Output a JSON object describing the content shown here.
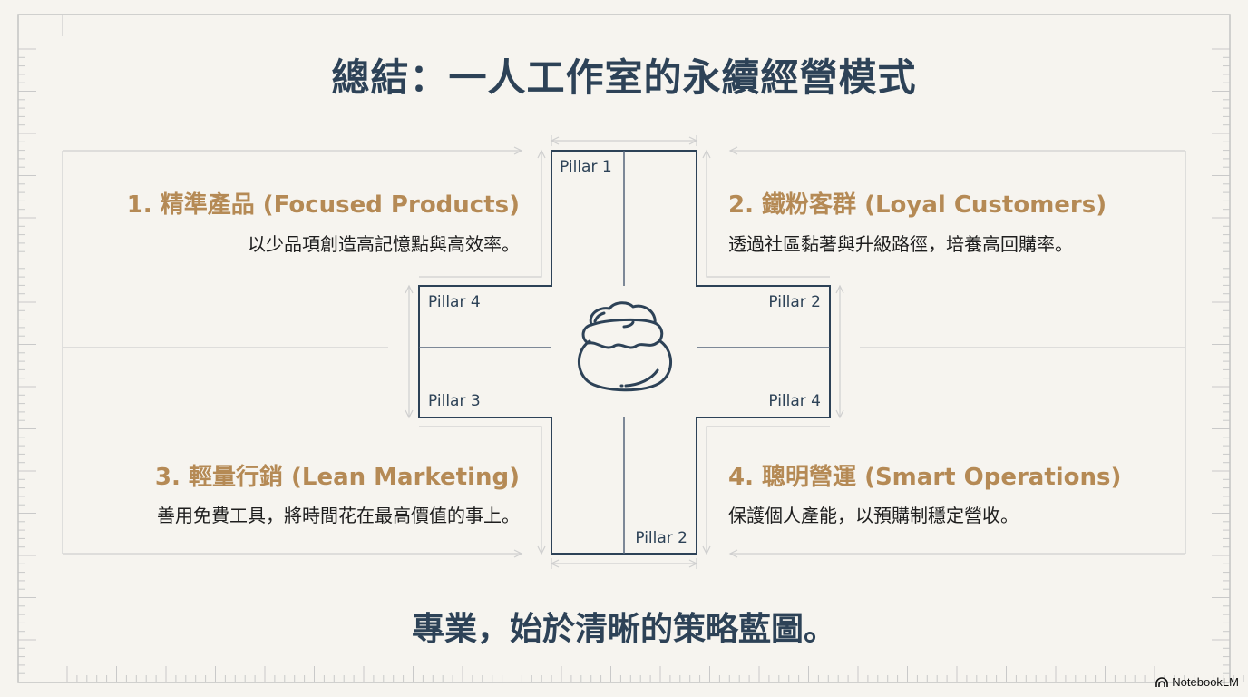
{
  "title": "總結：一人工作室的永續經營模式",
  "pillars": [
    {
      "heading": "1. 精準產品 (Focused Products)",
      "desc": "以少品項創造高記憶點與高效率。"
    },
    {
      "heading": "2. 鐵粉客群 (Loyal Customers)",
      "desc": "透過社區黏著與升級路徑，培養高回購率。"
    },
    {
      "heading": "3. 輕量行銷 (Lean Marketing)",
      "desc": "善用免費工具，將時間花在最高價值的事上。"
    },
    {
      "heading": "4. 聰明營運 (Smart Operations)",
      "desc": "保護個人產能，以預購制穩定營收。"
    }
  ],
  "cross_labels": {
    "top": "Pillar 1",
    "left_upper": "Pillar 4",
    "right_upper": "Pillar 2",
    "left_lower": "Pillar 3",
    "right_lower": "Pillar 4",
    "bottom": "Pillar 2"
  },
  "center_icon": "cream-puff-icon",
  "footer": "專業，始於清晰的策略藍圖。",
  "logo": "NotebookLM",
  "colors": {
    "background": "#f6f4ef",
    "title": "#2d4257",
    "accent": "#b58a55",
    "line": "#2d4257",
    "guide": "#c8c8c8"
  }
}
